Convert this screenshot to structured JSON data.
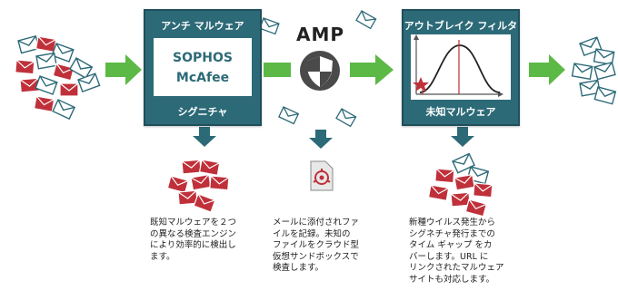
{
  "boxes": {
    "antivirus": {
      "title": "アンチ マルウェア",
      "engines": [
        "SOPHOS",
        "McAfee"
      ],
      "footer": "シグニチャ"
    },
    "outbreak": {
      "title": "アウトブレイク フィルタ",
      "footer": "未知マルウェア"
    }
  },
  "amp": {
    "label": "AMP"
  },
  "descriptions": {
    "antivirus": [
      "既知マルウェアを２つ",
      "の異なる検査エンジン",
      "により効率的に検出し",
      "ます。"
    ],
    "amp": [
      "メールに添付されファ",
      "イルを記録。未知の",
      "ファイルをクラウド型",
      "仮想サンドボックスで",
      "検査します。"
    ],
    "outbreak": [
      "新種ウイルス発生から",
      "シグネチャ発行までの",
      "タイム ギャップ をカ",
      "バーします。URL に",
      "リンクされたマルウェア",
      "サイトも対応します。"
    ]
  },
  "colors": {
    "box": "#2d6a78",
    "arrow": "#5cb945",
    "envelope_bad": "#c0303a",
    "envelope_good": "#2d6a78"
  }
}
